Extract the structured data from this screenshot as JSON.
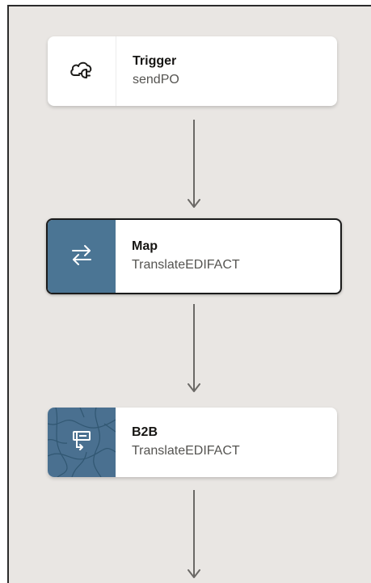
{
  "nodes": [
    {
      "title": "Trigger",
      "subtitle": "sendPO",
      "icon": "cloud-plug-icon"
    },
    {
      "title": "Map",
      "subtitle": "TranslateEDIFACT",
      "icon": "swap-arrows-icon",
      "selected": true
    },
    {
      "title": "B2B",
      "subtitle": "TranslateEDIFACT",
      "icon": "b2b-message-icon"
    }
  ],
  "colors": {
    "canvas": "#e9e6e3",
    "map_icon_bg": "#4b7594",
    "b2b_icon_bg": "#4a7090",
    "connector": "#6b6966"
  }
}
